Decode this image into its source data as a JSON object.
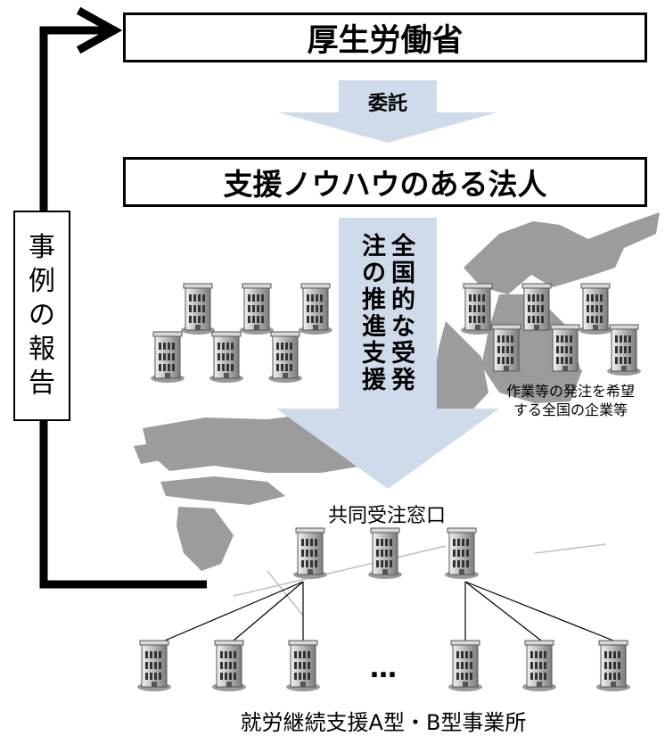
{
  "nodes": {
    "ministry": "厚生労働省",
    "delegate": "委託",
    "corporation": "支援ノウハウのある法人",
    "report": "事例の報告",
    "nationwide_support": "全国的な受発注の推進支援",
    "companies_line1": "作業等の発注を希望",
    "companies_line2": "する全国の企業等",
    "joint_window": "共同受注窓口",
    "ellipsis": "…",
    "offices": "就労継続支援A型・B型事業所"
  },
  "colors": {
    "arrow_fill": "#cfdbea",
    "map_fill": "#9c9c9c",
    "building_fill": "#b8b8b8",
    "line": "#000000"
  },
  "icons": [
    "building-icon",
    "japan-map"
  ]
}
